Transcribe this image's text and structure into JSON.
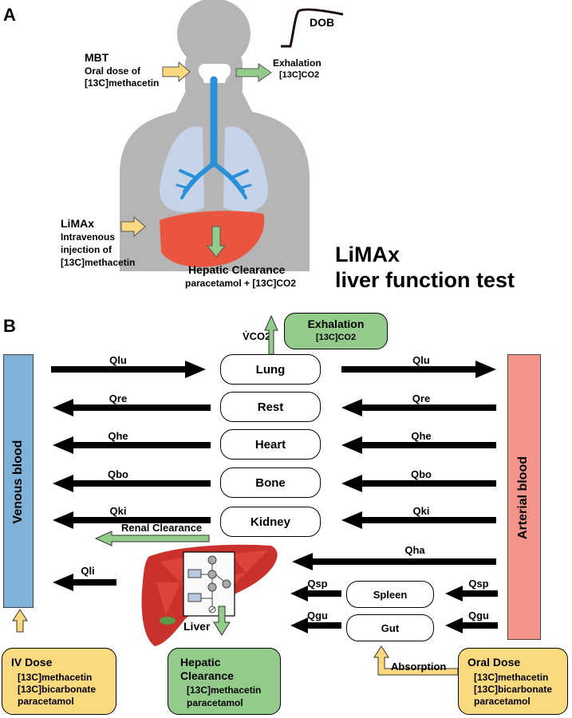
{
  "panel_a": {
    "label": "A",
    "dob_label": "DOB",
    "mbt": {
      "title": "MBT",
      "line1": "Oral dose of",
      "line2": "[13C]methacetin"
    },
    "exhalation": {
      "title": "Exhalation",
      "sub": "[13C]CO2"
    },
    "limax": {
      "title": "LiMAx",
      "line1": "Intravenous",
      "line2": "injection of",
      "line3": "[13C]methacetin"
    },
    "hepatic": {
      "title": "Hepatic Clearance",
      "sub": "paracetamol + [13C]CO2"
    },
    "headline": {
      "line1": "LiMAx",
      "line2": "liver function test"
    }
  },
  "panel_b": {
    "label": "B",
    "venous_label": "Venous blood",
    "arterial_label": "Arterial blood",
    "vco2_label": "V̇CO2",
    "exhalation": {
      "title": "Exhalation",
      "sub": "[13C]CO2"
    },
    "organs": [
      "Lung",
      "Rest",
      "Heart",
      "Bone",
      "Kidney"
    ],
    "flows_left": [
      "Qlu",
      "Qre",
      "Qhe",
      "Qbo",
      "Qki"
    ],
    "flows_right": [
      "Qlu",
      "Qre",
      "Qhe",
      "Qbo",
      "Qki"
    ],
    "renal_clearance": "Renal Clearance",
    "qha": "Qha",
    "qli": "Qli",
    "liver_label": "Liver",
    "spleen": {
      "label": "Spleen",
      "in": "Qsp",
      "out": "Qsp"
    },
    "gut": {
      "label": "Gut",
      "in": "Qgu",
      "out": "Qgu"
    },
    "absorption": "Absorption",
    "hepatic_clearance": {
      "title1": "Hepatic",
      "title2": "Clearance",
      "line1": "[13C]methacetin",
      "line2": "paracetamol"
    },
    "iv_dose": {
      "title": "IV Dose",
      "line1": "[13C]methacetin",
      "line2": "[13C]bicarbonate",
      "line3": "paracetamol"
    },
    "oral_dose": {
      "title": "Oral Dose",
      "line1": "[13C]methacetin",
      "line2": "[13C]bicarbonate",
      "line3": "paracetamol"
    }
  },
  "colors": {
    "body_gray": "#b3b3b3",
    "lung_blue": "#c5d3ea",
    "airway_blue": "#2a8fd6",
    "liver_red": "#e8553f",
    "venous_blue": "#7fb1d9",
    "arterial_red": "#f4948a",
    "exhalation_green": "#93cc8a",
    "dose_yellow": "#fbd97e"
  }
}
